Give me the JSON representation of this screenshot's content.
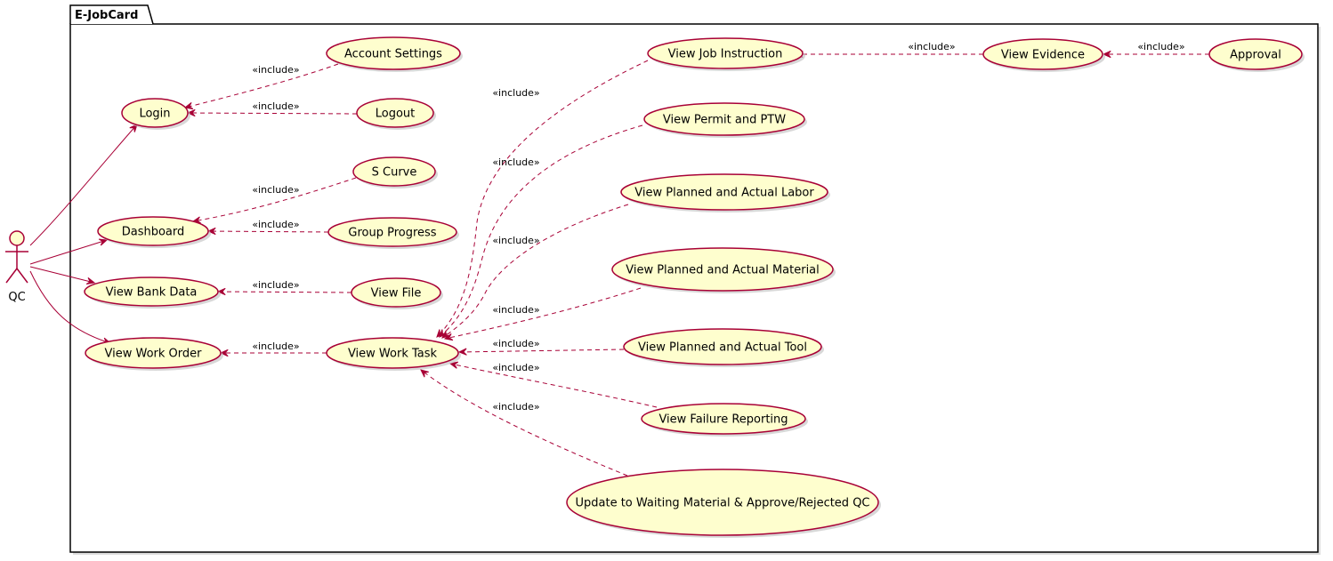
{
  "package": {
    "title": "E-JobCard"
  },
  "actor": {
    "label": "QC"
  },
  "stereotype": "«include»",
  "use_cases": {
    "login": "Login",
    "account_settings": "Account Settings",
    "logout": "Logout",
    "dashboard": "Dashboard",
    "s_curve": "S Curve",
    "group_progress": "Group Progress",
    "view_bank_data": "View Bank Data",
    "view_file": "View File",
    "view_work_order": "View Work Order",
    "view_work_task": "View Work Task",
    "view_job_instruction": "View Job Instruction",
    "view_evidence": "View Evidence",
    "approval": "Approval",
    "view_permit": "View Permit and PTW",
    "view_labor": "View Planned and Actual Labor",
    "view_material": "View Planned and Actual Material",
    "view_tool": "View Planned and Actual Tool",
    "view_failure": "View Failure Reporting",
    "update_waiting": "Update to Waiting Material & Approve/Rejected QC"
  },
  "colors": {
    "usecase_fill": "#FEFECE",
    "usecase_stroke": "#A80036",
    "line": "#A80036",
    "package_stroke": "#000000",
    "shadow": "#C8C8C8"
  }
}
